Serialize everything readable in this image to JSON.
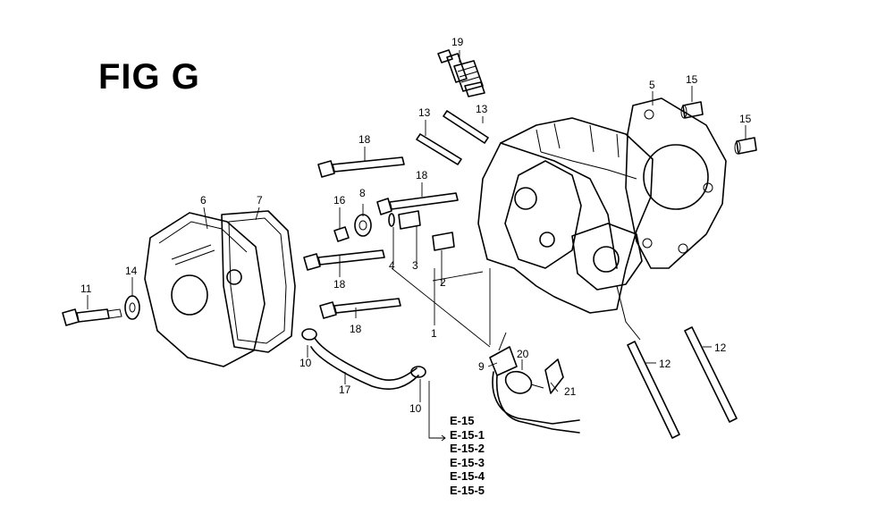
{
  "title": "FIG G",
  "callouts": {
    "c19": "19",
    "c5": "5",
    "c15a": "15",
    "c15b": "15",
    "c13a": "13",
    "c13b": "13",
    "c18a": "18",
    "c18b": "18",
    "c18c": "18",
    "c18d": "18",
    "c16": "16",
    "c8": "8",
    "c6": "6",
    "c7": "7",
    "c4": "4",
    "c3": "3",
    "c2": "2",
    "c1": "1",
    "c14": "14",
    "c11": "11",
    "c10a": "10",
    "c10b": "10",
    "c17": "17",
    "c9": "9",
    "c20": "20",
    "c21": "21",
    "c12a": "12",
    "c12b": "12"
  },
  "references": [
    "E-15",
    "E-15-1",
    "E-15-2",
    "E-15-3",
    "E-15-4",
    "E-15-5"
  ]
}
